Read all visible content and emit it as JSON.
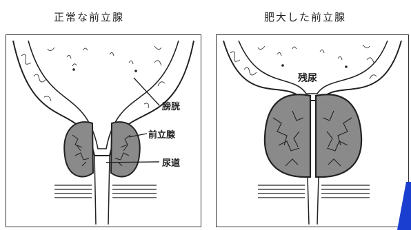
{
  "diagram": {
    "left": {
      "title": "正常な前立腺",
      "labels": {
        "bladder": "膀胱",
        "prostate": "前立腺",
        "urethra": "尿道"
      }
    },
    "right": {
      "title": "肥大した前立腺",
      "labels": {
        "residual_urine": "残尿"
      }
    }
  },
  "colors": {
    "line": "#222222",
    "gland_fill": "#8a8a8a",
    "corner_accent": "#1a3fd0"
  }
}
